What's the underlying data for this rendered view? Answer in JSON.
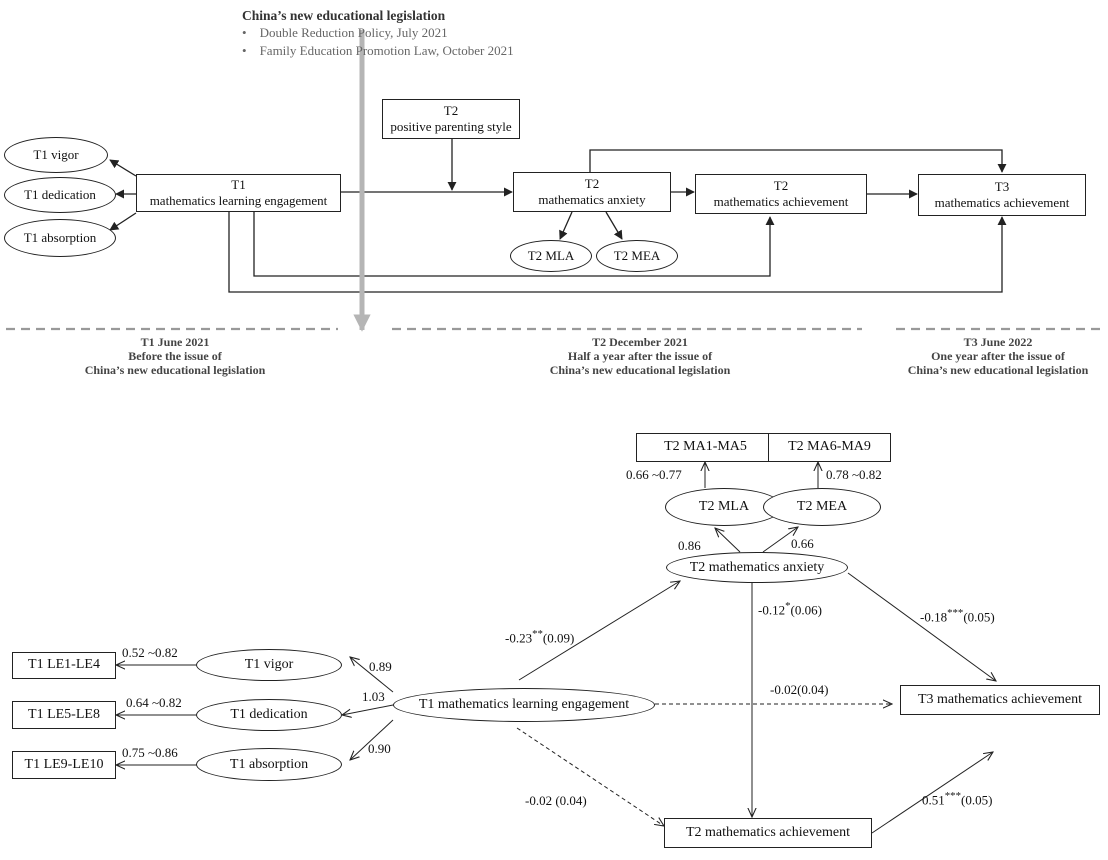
{
  "legislation": {
    "title": "China’s new educational legislation",
    "items": [
      "Double Reduction Policy, July 2021",
      "Family Education Promotion Law, October 2021"
    ]
  },
  "top_model": {
    "vigor": "T1 vigor",
    "dedication": "T1 dedication",
    "absorption": "T1 absorption",
    "t1_engagement": [
      "T1",
      "mathematics learning engagement"
    ],
    "t2_parenting": [
      "T2",
      "positive parenting style"
    ],
    "t2_anxiety": [
      "T2",
      "mathematics anxiety"
    ],
    "t2_achievement": [
      "T2",
      "mathematics achievement"
    ],
    "t3_achievement": [
      "T3",
      "mathematics achievement"
    ],
    "mla": "T2 MLA",
    "mea": "T2 MEA"
  },
  "timeline": {
    "t1": [
      "T1 June 2021",
      "Before the issue of",
      "China’s new educational legislation"
    ],
    "t2": [
      "T2 December 2021",
      "Half a year after the issue of",
      "China’s new educational legislation"
    ],
    "t3": [
      "T3 June 2022",
      "One year after the issue of",
      "China’s new educational legislation"
    ]
  },
  "bottom_model": {
    "indicators": {
      "le1_4": "T1 LE1-LE4",
      "le5_8": "T1 LE5-LE8",
      "le9_10": "T1 LE9-LE10",
      "ma1_5": "T2 MA1-MA5",
      "ma6_9": "T2 MA6-MA9"
    },
    "latents": {
      "vigor": "T1 vigor",
      "dedication": "T1 dedication",
      "absorption": "T1 absorption",
      "engagement": "T1 mathematics learning engagement",
      "mla": "T2 MLA",
      "mea": "T2 MEA",
      "anxiety": "T2 mathematics anxiety"
    },
    "outcomes": {
      "t2_achievement": "T2 mathematics achievement",
      "t3_achievement": "T3 mathematics achievement"
    },
    "loadings": {
      "le1_4": "0.52 ~0.82",
      "le5_8": "0.64 ~0.82",
      "le9_10": "0.75 ~0.86",
      "vigor": "0.89",
      "dedication": "1.03",
      "absorption": "0.90",
      "ma1_5": "0.66 ~0.77",
      "ma6_9": "0.78 ~0.82",
      "mla": "0.86",
      "mea": "0.66"
    },
    "paths": {
      "eng_anx": {
        "coef": "-0.23",
        "stars": "**",
        "se": "(0.09)"
      },
      "anx_t2ach": {
        "coef": "-0.12",
        "stars": "*",
        "se": "(0.06)"
      },
      "anx_t3ach": {
        "coef": "-0.18",
        "stars": "***",
        "se": "(0.05)"
      },
      "eng_t3ach": "-0.02(0.04)",
      "eng_t2ach": "-0.02 (0.04)",
      "t2ach_t3ach": {
        "coef": "0.51",
        "stars": "***",
        "se": "(0.05)"
      }
    }
  }
}
